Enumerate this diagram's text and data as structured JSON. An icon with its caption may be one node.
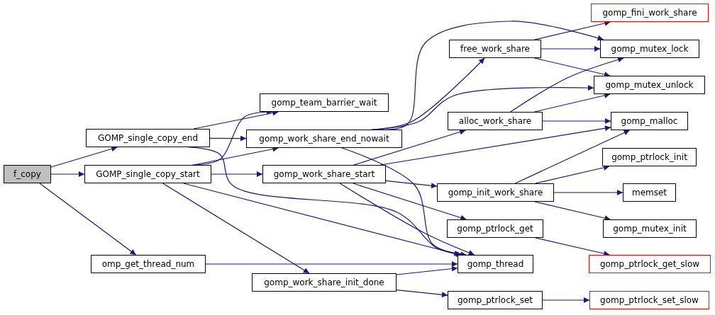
{
  "diagram": {
    "nodes": [
      {
        "text": [
          "f_copy"
        ]
      },
      {
        "text": [
          "GOMP_single_copy_end"
        ]
      },
      {
        "text": [
          "GOMP_single_copy_start"
        ]
      },
      {
        "text": [
          "omp_get_thread_num"
        ]
      },
      {
        "text": [
          "gomp_team_barrier_wait"
        ]
      },
      {
        "text": [
          "gomp_work_share_end_nowait"
        ]
      },
      {
        "text": [
          "gomp_work_share_start"
        ]
      },
      {
        "text": [
          "gomp_work_share_init_done"
        ]
      },
      {
        "text": [
          "gomp_fini_work_share"
        ]
      },
      {
        "text": [
          "free_work_share"
        ]
      },
      {
        "text": [
          "gomp_mutex_lock"
        ]
      },
      {
        "text": [
          "gomp_mutex_unlock"
        ]
      },
      {
        "text": [
          "alloc_work_share"
        ]
      },
      {
        "text": [
          "gomp_malloc"
        ]
      },
      {
        "text": [
          "gomp_ptrlock_init"
        ]
      },
      {
        "text": [
          "gomp_init_work_share"
        ]
      },
      {
        "text": [
          "memset"
        ]
      },
      {
        "text": [
          "gomp_ptrlock_get"
        ]
      },
      {
        "text": [
          "gomp_mutex_init"
        ]
      },
      {
        "text": [
          "gomp_thread"
        ]
      },
      {
        "text": [
          "gomp_ptrlock_get_slow"
        ]
      },
      {
        "text": [
          "gomp_ptrlock_set"
        ]
      },
      {
        "text": [
          "gomp_ptrlock_set_slow"
        ]
      }
    ],
    "edges": [
      {
        "from": 0,
        "to": 1,
        "arrow": "to"
      },
      {
        "from": 0,
        "to": 2,
        "arrow": "to"
      },
      {
        "from": 0,
        "to": 3,
        "arrow": "to"
      },
      {
        "from": 1,
        "to": 4,
        "arrow": "to"
      },
      {
        "from": 1,
        "to": 5,
        "arrow": "to"
      },
      {
        "from": 1,
        "to": 19,
        "arrow": "to"
      },
      {
        "from": 2,
        "to": 4,
        "arrow": "to"
      },
      {
        "from": 2,
        "to": 5,
        "arrow": "to"
      },
      {
        "from": 2,
        "to": 6,
        "arrow": "to"
      },
      {
        "from": 2,
        "to": 19,
        "arrow": "to"
      },
      {
        "from": 2,
        "to": 7,
        "arrow": "to"
      },
      {
        "from": 3,
        "to": 19,
        "arrow": "to"
      },
      {
        "from": 5,
        "to": 9,
        "arrow": "to"
      },
      {
        "from": 5,
        "to": 10,
        "arrow": "to"
      },
      {
        "from": 5,
        "to": 11,
        "arrow": "to"
      },
      {
        "from": 5,
        "to": 19,
        "arrow": "to"
      },
      {
        "from": 6,
        "to": 12,
        "arrow": "to"
      },
      {
        "from": 6,
        "to": 13,
        "arrow": "to"
      },
      {
        "from": 6,
        "to": 15,
        "arrow": "to"
      },
      {
        "from": 6,
        "to": 17,
        "arrow": "to"
      },
      {
        "from": 6,
        "to": 19,
        "arrow": "to"
      },
      {
        "from": 7,
        "to": 19,
        "arrow": "to"
      },
      {
        "from": 7,
        "to": 21,
        "arrow": "to"
      },
      {
        "from": 9,
        "to": 8,
        "arrow": "to"
      },
      {
        "from": 9,
        "to": 10,
        "arrow": "to"
      },
      {
        "from": 9,
        "to": 11,
        "arrow": "to"
      },
      {
        "from": 12,
        "to": 10,
        "arrow": "to"
      },
      {
        "from": 12,
        "to": 11,
        "arrow": "to"
      },
      {
        "from": 12,
        "to": 13,
        "arrow": "to"
      },
      {
        "from": 15,
        "to": 13,
        "arrow": "to"
      },
      {
        "from": 15,
        "to": 14,
        "arrow": "to"
      },
      {
        "from": 15,
        "to": 16,
        "arrow": "to"
      },
      {
        "from": 15,
        "to": 18,
        "arrow": "to"
      },
      {
        "from": 17,
        "to": 20,
        "arrow": "to"
      },
      {
        "from": 21,
        "to": 22,
        "arrow": "to"
      }
    ]
  }
}
